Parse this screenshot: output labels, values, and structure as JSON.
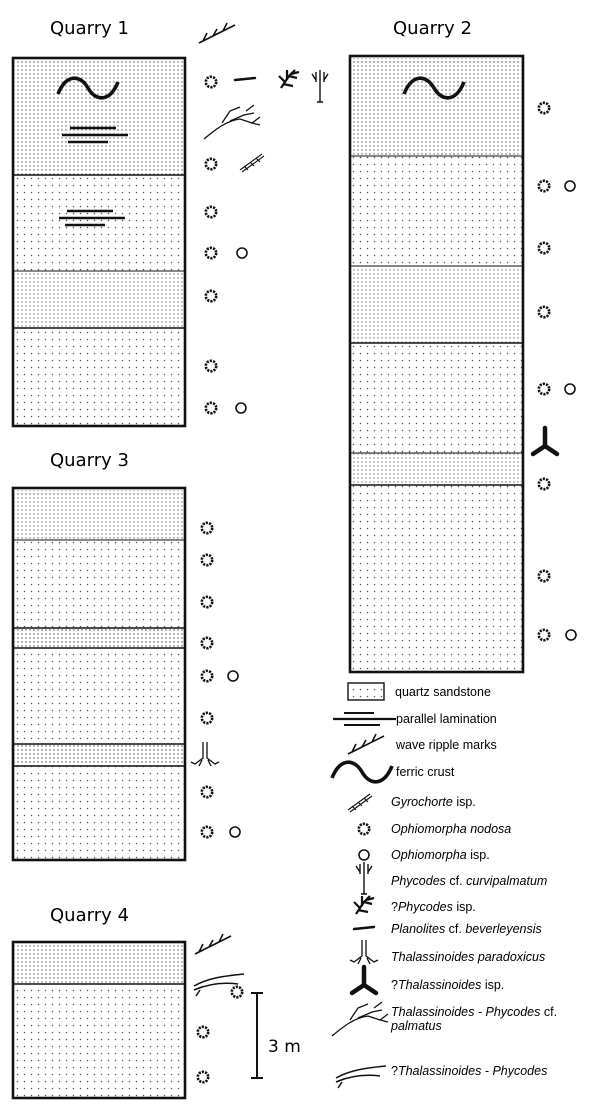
{
  "quarries": {
    "q1": {
      "title": "Quarry 1"
    },
    "q2": {
      "title": "Quarry 2"
    },
    "q3": {
      "title": "Quarry 3"
    },
    "q4": {
      "title": "Quarry 4"
    }
  },
  "scale_bar": {
    "label": "3 m"
  },
  "legend": {
    "quartz_sandstone": "quartz sandstone",
    "parallel_lamination": "parallel lamination",
    "wave_ripple_marks": "wave ripple marks",
    "ferric_crust": "ferric crust",
    "gyrochorte": {
      "genus": "Gyrochorte",
      "rest": " isp."
    },
    "ophiomorpha_nodosa": {
      "genus": "Ophiomorpha nodosa",
      "rest": ""
    },
    "ophiomorpha_isp": {
      "genus": "Ophiomorpha",
      "rest": " isp."
    },
    "phycodes_curvipalmatum": {
      "genus": "Phycodes",
      "mid": " cf. ",
      "species": "curvipalmatum"
    },
    "phycodes_isp": {
      "prefix": "?",
      "genus": "Phycodes",
      "rest": " isp."
    },
    "planolites": {
      "genus": "Planolites",
      "mid": " cf. ",
      "species": "beverleyensis"
    },
    "thalassinoides_paradoxicus": {
      "genus": "Thalassinoides paradoxicus"
    },
    "thalassinoides_isp": {
      "prefix": "?",
      "genus": "Thalassinoides",
      "rest": " isp."
    },
    "thal_phyc_palmatus": {
      "genus": "Thalassinoides - Phycodes",
      "mid": " cf.",
      "species": "palmatus"
    },
    "thal_phyc_q": {
      "prefix": "?",
      "genus": "Thalassinoides - Phycodes"
    }
  },
  "colors": {
    "ink": "#111111",
    "dots": "#555555",
    "background": "#ffffff"
  }
}
